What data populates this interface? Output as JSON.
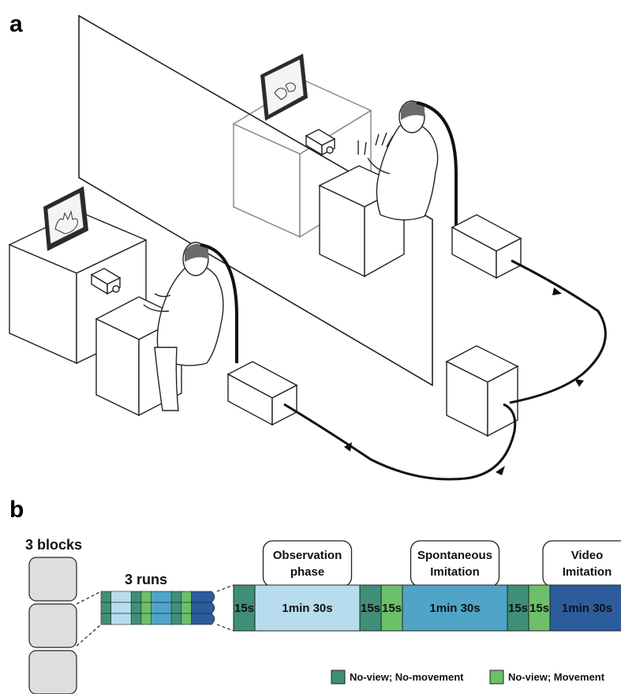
{
  "panels": {
    "a": "a",
    "b": "b"
  },
  "blocks": {
    "label": "3 blocks",
    "count": 3
  },
  "runs": {
    "label": "3 runs",
    "count": 3
  },
  "timeline": [
    {
      "label": "15s",
      "condition": "No-view; No-movement",
      "color": "#3f8f78"
    },
    {
      "label": "1min 30s",
      "condition": "Observation phase",
      "color": "#b6dced"
    },
    {
      "label": "15s",
      "condition": "No-view; No-movement",
      "color": "#3f8f78"
    },
    {
      "label": "15s",
      "condition": "No-view; Movement",
      "color": "#6cc06a"
    },
    {
      "label": "1min 30s",
      "condition": "Spontaneous Imitation",
      "color": "#4fa4c8"
    },
    {
      "label": "15s",
      "condition": "No-view; No-movement",
      "color": "#3f8f78"
    },
    {
      "label": "15s",
      "condition": "No-view; Movement",
      "color": "#6cc06a"
    },
    {
      "label": "1min 30s",
      "condition": "Video Imitation",
      "color": "#2c5c9c"
    }
  ],
  "phases": [
    {
      "line1": "Observation",
      "line2": "phase"
    },
    {
      "line1": "Spontaneous",
      "line2": "Imitation"
    },
    {
      "line1": "Video",
      "line2": "Imitation"
    }
  ],
  "legend": [
    {
      "label": "No-view; No-movement",
      "color": "#3f8f78"
    },
    {
      "label": "No-view; Movement",
      "color": "#6cc06a"
    }
  ],
  "colors": {
    "block_fill": "#dcdedf",
    "outline": "#222222"
  }
}
